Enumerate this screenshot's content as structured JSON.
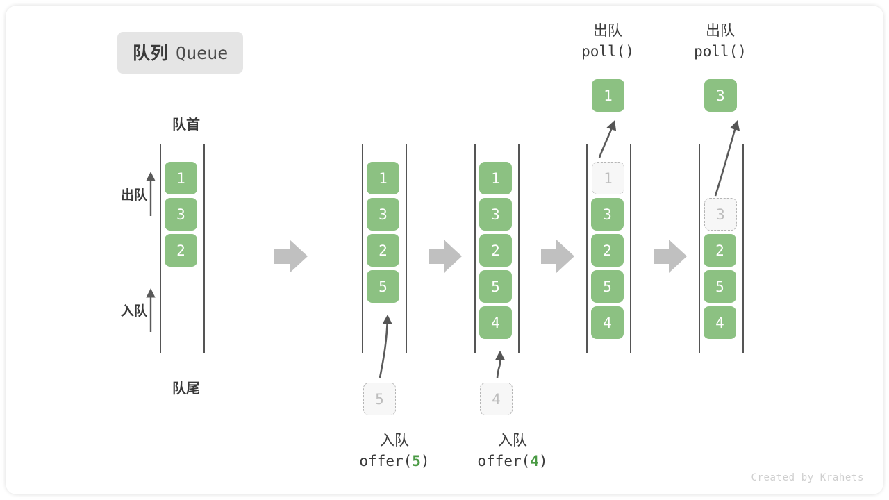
{
  "title": {
    "cn": "队列",
    "en": "Queue"
  },
  "labels": {
    "head": "队首",
    "tail": "队尾",
    "dequeue_side": "出队",
    "enqueue_side": "入队"
  },
  "colors": {
    "element": "#8cc182",
    "element_text": "#ffffff",
    "ghost_fill": "#f7f7f7",
    "ghost_border": "#b5b5b5",
    "ghost_text": "#bdbdbd",
    "rail": "#555555",
    "flow_arrow": "#c0c0c0",
    "pointer_arrow": "#555555",
    "badge_bg": "#e5e5e5",
    "text": "#3a3a3a",
    "code_arg": "#4a9a44",
    "footer": "#cfcfcf"
  },
  "columns": [
    {
      "id": "state-initial",
      "cells": [
        "1",
        "3",
        "2"
      ],
      "ghost": null,
      "popped": null
    },
    {
      "id": "state-after-offer-5",
      "cells": [
        "1",
        "3",
        "2",
        "5"
      ],
      "ghost": {
        "value": "5",
        "position": "bottom"
      },
      "popped": null
    },
    {
      "id": "state-after-offer-4",
      "cells": [
        "1",
        "3",
        "2",
        "5",
        "4"
      ],
      "ghost": {
        "value": "4",
        "position": "bottom"
      },
      "popped": null
    },
    {
      "id": "state-after-poll-1",
      "cells": [
        "3",
        "2",
        "5",
        "4"
      ],
      "ghost": {
        "value": "1",
        "position": "top"
      },
      "popped": "1"
    },
    {
      "id": "state-after-poll-3",
      "cells": [
        "2",
        "5",
        "4"
      ],
      "ghost": {
        "value": "3",
        "position": "top"
      },
      "popped": "3"
    }
  ],
  "operations": {
    "offer_5": {
      "cn": "入队",
      "code_prefix": "offer(",
      "arg": "5",
      "code_suffix": ")"
    },
    "offer_4": {
      "cn": "入队",
      "code_prefix": "offer(",
      "arg": "4",
      "code_suffix": ")"
    },
    "poll_1": {
      "cn": "出队",
      "code": "poll()",
      "result": "1"
    },
    "poll_2": {
      "cn": "出队",
      "code": "poll()",
      "result": "3"
    }
  },
  "footer": "Created by Krahets"
}
